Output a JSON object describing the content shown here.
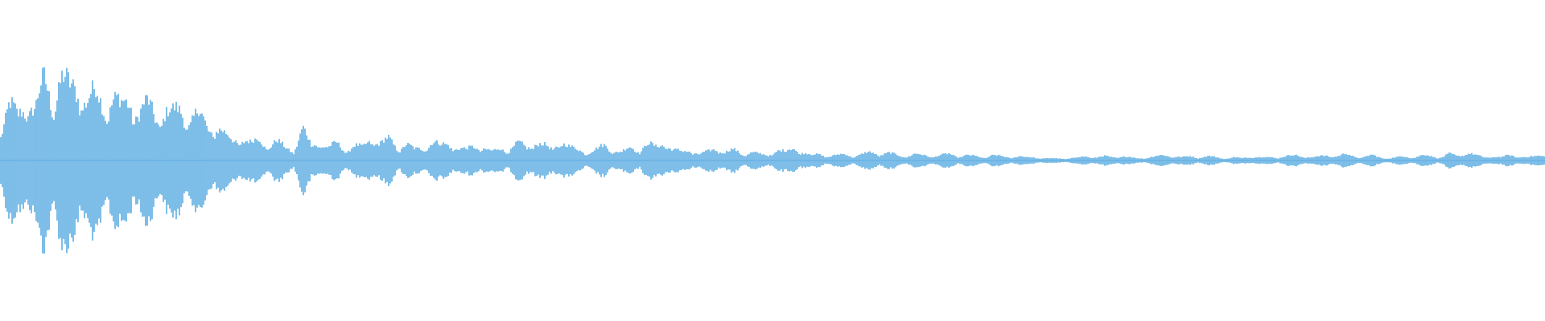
{
  "waveform": {
    "color": "#5DADE2",
    "background": "#FFFFFF",
    "envelope": [
      0.34,
      0.52,
      0.4,
      0.6,
      0.48,
      0.74,
      0.62,
      0.78,
      0.66,
      0.74,
      0.56,
      0.62,
      0.54,
      0.6,
      0.5,
      0.58,
      0.46,
      0.52,
      0.42,
      0.48,
      0.44,
      0.48,
      0.4,
      0.44,
      0.3,
      0.34,
      0.24,
      0.18,
      0.22,
      0.16,
      0.2,
      0.14,
      0.18,
      0.12,
      0.1,
      0.3,
      0.14,
      0.18,
      0.12,
      0.16,
      0.1,
      0.14,
      0.12,
      0.22,
      0.16,
      0.2,
      0.12,
      0.16,
      0.1,
      0.12,
      0.18,
      0.14,
      0.16,
      0.12,
      0.1,
      0.14,
      0.12,
      0.08,
      0.12,
      0.1,
      0.16,
      0.12,
      0.18,
      0.14,
      0.1,
      0.2,
      0.12,
      0.1,
      0.08,
      0.1,
      0.14,
      0.1,
      0.08,
      0.12,
      0.1,
      0.16,
      0.12,
      0.18,
      0.1,
      0.08,
      0.1,
      0.06,
      0.08,
      0.12,
      0.08,
      0.1,
      0.06,
      0.08,
      0.06,
      0.05,
      0.1,
      0.08,
      0.12,
      0.08,
      0.05,
      0.06,
      0.04,
      0.05,
      0.06,
      0.04,
      0.06,
      0.08,
      0.06,
      0.07,
      0.05,
      0.04,
      0.06,
      0.05,
      0.04,
      0.05,
      0.06,
      0.04,
      0.05,
      0.04,
      0.03,
      0.05,
      0.04,
      0.03,
      0.04,
      0.03,
      0.03,
      0.02,
      0.02,
      0.02,
      0.02,
      0.03,
      0.04,
      0.03,
      0.04,
      0.03,
      0.04,
      0.03,
      0.02,
      0.03,
      0.04,
      0.05,
      0.04,
      0.03,
      0.04,
      0.03,
      0.04,
      0.03,
      0.02,
      0.03,
      0.02,
      0.04,
      0.03,
      0.03,
      0.03,
      0.04,
      0.05,
      0.04,
      0.03,
      0.04,
      0.05,
      0.04,
      0.06,
      0.04,
      0.03,
      0.05,
      0.03,
      0.02,
      0.03,
      0.04,
      0.03,
      0.05,
      0.04,
      0.03,
      0.06,
      0.04,
      0.08,
      0.05,
      0.03,
      0.04,
      0.03,
      0.05,
      0.04,
      0.03,
      0.04,
      0.06
    ]
  }
}
